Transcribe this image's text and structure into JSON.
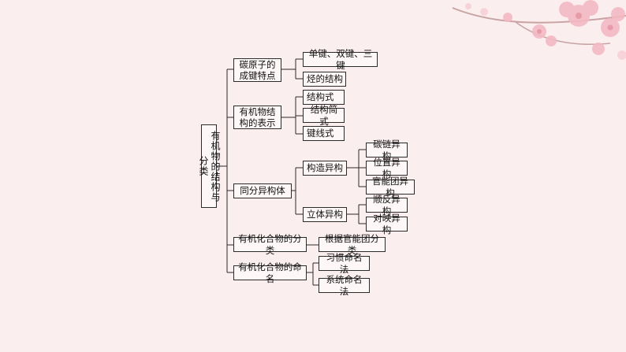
{
  "root": "有机物的结构与分类",
  "level1": [
    "碳原子的\n成键特点",
    "有机物结\n构的表示",
    "同分异构体",
    "有机化合物的分类",
    "有机化合物的命名"
  ],
  "level2": {
    "bonding": [
      "单键、双键、三键",
      "烃的结构"
    ],
    "representation": [
      "结构式",
      "结构简式",
      "键线式"
    ],
    "isomer": [
      "构造异构",
      "立体异构"
    ],
    "classification": [
      "根据官能团分类"
    ],
    "naming": [
      "习惯命名法",
      "系统命名法"
    ]
  },
  "level3": {
    "structural": [
      "碳链异构",
      "位置异构",
      "官能团异构"
    ],
    "stereo": [
      "顺反异构",
      "对映异构"
    ]
  },
  "colors": {
    "background": "#fbeeee",
    "line": "#2b2b2b",
    "blossom": "#f3b9c3"
  }
}
